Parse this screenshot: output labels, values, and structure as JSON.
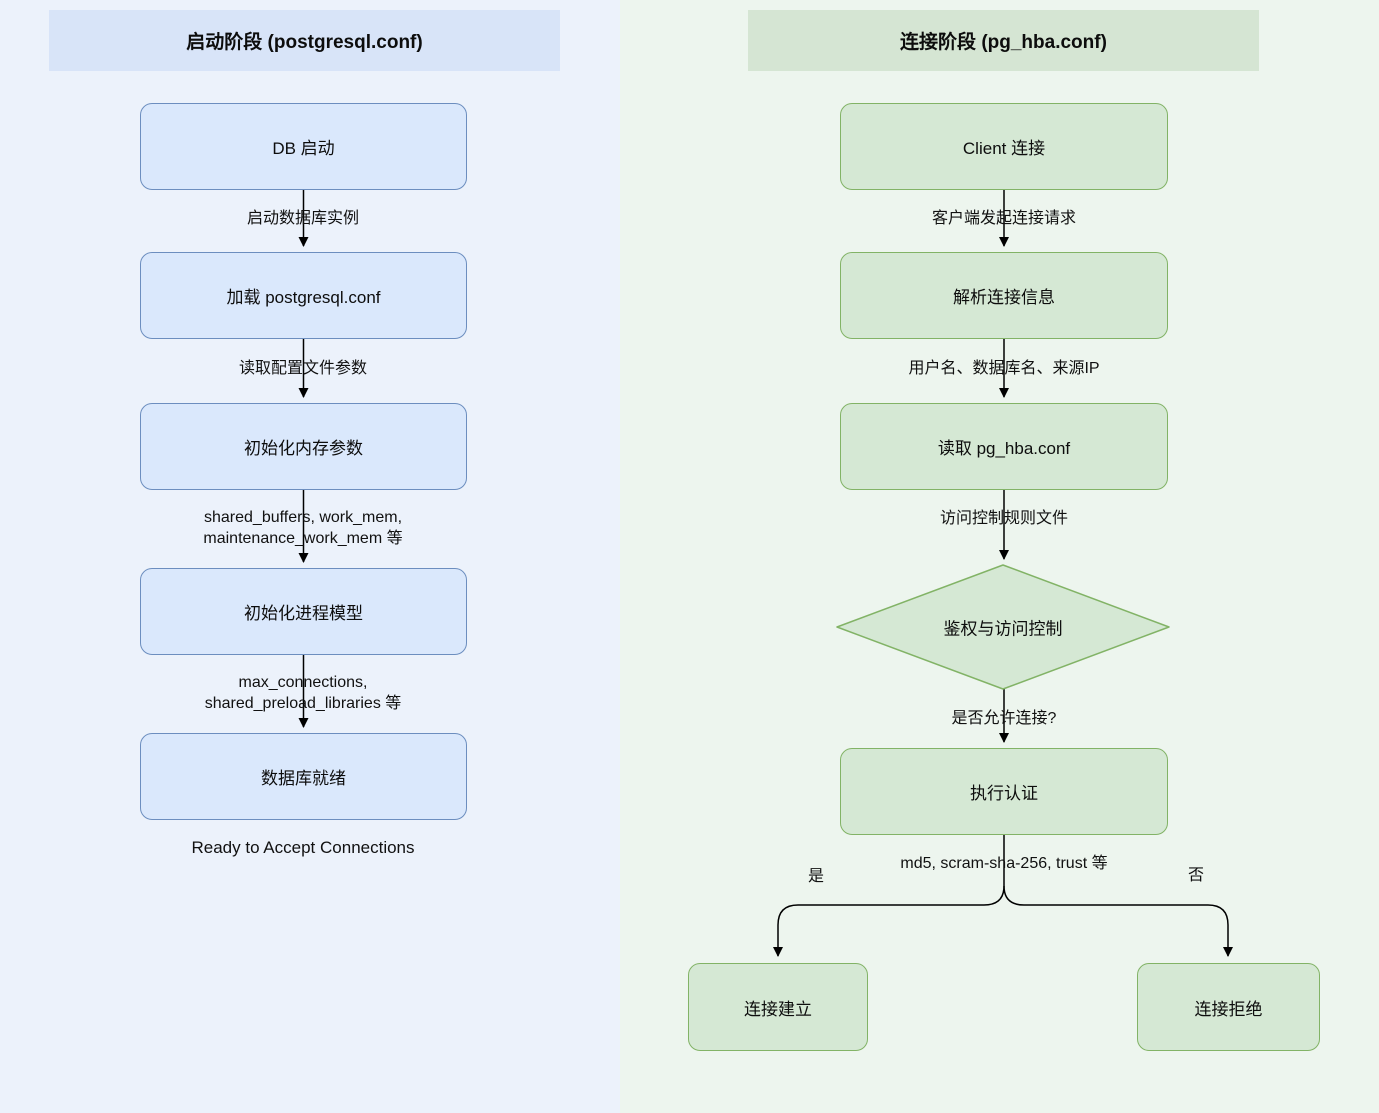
{
  "left": {
    "title": "启动阶段 (postgresql.conf)",
    "nodes": [
      {
        "id": "db-start",
        "label": "DB 启动"
      },
      {
        "id": "load-conf",
        "label": "加载 postgresql.conf"
      },
      {
        "id": "init-memory",
        "label": "初始化内存参数"
      },
      {
        "id": "init-process",
        "label": "初始化进程模型"
      },
      {
        "id": "db-ready",
        "label": "数据库就绪"
      }
    ],
    "edge_labels": [
      "启动数据库实例",
      "读取配置文件参数",
      "shared_buffers, work_mem,\nmaintenance_work_mem 等",
      "max_connections,\nshared_preload_libraries 等"
    ],
    "caption": "Ready to Accept Connections"
  },
  "right": {
    "title": "连接阶段 (pg_hba.conf)",
    "nodes": [
      {
        "id": "client-connect",
        "label": "Client 连接"
      },
      {
        "id": "parse-info",
        "label": "解析连接信息"
      },
      {
        "id": "read-hba",
        "label": "读取 pg_hba.conf"
      },
      {
        "id": "auth-control",
        "label": "鉴权与访问控制",
        "shape": "diamond"
      },
      {
        "id": "do-auth",
        "label": "执行认证"
      },
      {
        "id": "conn-established",
        "label": "连接建立"
      },
      {
        "id": "conn-rejected",
        "label": "连接拒绝"
      }
    ],
    "edge_labels": [
      "客户端发起连接请求",
      "用户名、数据库名、来源IP",
      "访问控制规则文件",
      "是否允许连接?",
      "md5, scram-sha-256, trust 等"
    ],
    "branch_yes": "是",
    "branch_no": "否"
  },
  "colors": {
    "left_panel_bg": "#ecf2fb",
    "right_panel_bg": "#edf5ee",
    "left_header_bg": "#d8e4f8",
    "right_header_bg": "#d5e5d3",
    "blue_node_fill": "#dae8fc",
    "blue_node_border": "#6c8ebf",
    "green_node_fill": "#d5e8d4",
    "green_node_border": "#82b366",
    "edge_color": "#000000"
  }
}
